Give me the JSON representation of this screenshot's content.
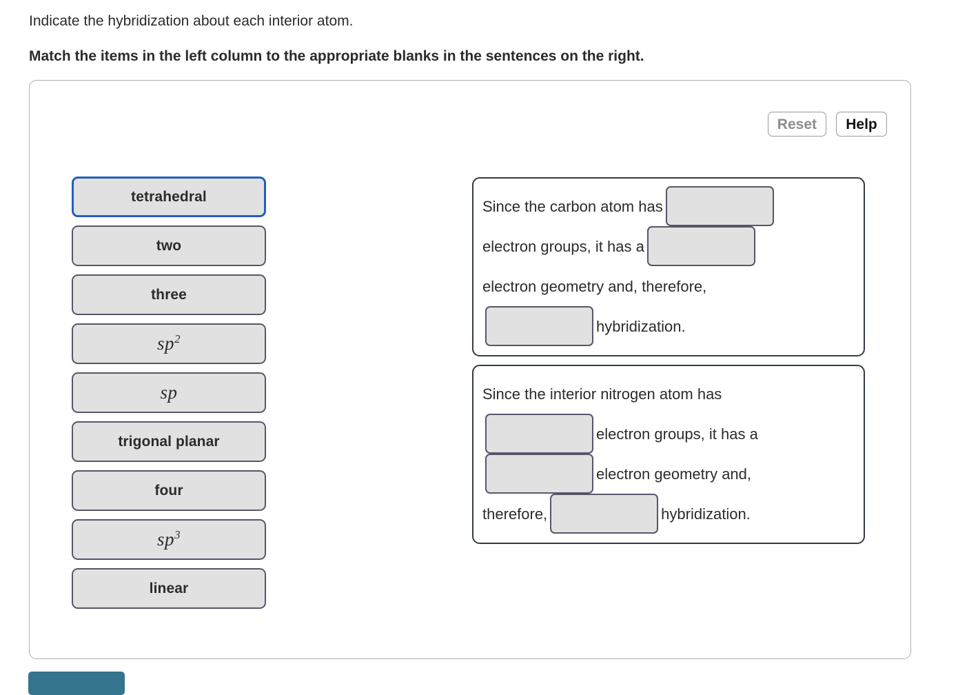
{
  "prompt": {
    "intro": "Indicate the hybridization about each interior atom.",
    "instruction": "Match the items in the left column to the appropriate blanks in the sentences on the right."
  },
  "toolbar": {
    "reset_label": "Reset",
    "help_label": "Help"
  },
  "colors": {
    "tile_fill": "#e1e1e1",
    "tile_border": "#56566a",
    "focused_tile_border": "#1f5fc0",
    "sentence_border": "#343b42",
    "card_border": "#b0b0b0",
    "submit_button": "#35748f",
    "reset_text": "#8c8c8c",
    "help_text": "#111111"
  },
  "items": [
    {
      "label": "tetrahedral",
      "style": "text",
      "focused": true
    },
    {
      "label": "two",
      "style": "text",
      "focused": false
    },
    {
      "label": "three",
      "style": "text",
      "focused": false
    },
    {
      "label": "sp",
      "superscript": "2",
      "style": "math",
      "focused": false
    },
    {
      "label": "sp",
      "superscript": "",
      "style": "math",
      "focused": false
    },
    {
      "label": "trigonal planar",
      "style": "text",
      "focused": false
    },
    {
      "label": "four",
      "style": "text",
      "focused": false
    },
    {
      "label": "sp",
      "superscript": "3",
      "style": "math",
      "focused": false
    },
    {
      "label": "linear",
      "style": "text",
      "focused": false
    }
  ],
  "sentences": [
    {
      "id": "carbon-sentence",
      "lines": [
        {
          "parts": [
            {
              "type": "text",
              "value": "Since the carbon atom has"
            },
            {
              "type": "blank",
              "value": ""
            }
          ]
        },
        {
          "parts": [
            {
              "type": "text",
              "value": "electron groups, it has a"
            },
            {
              "type": "blank",
              "value": ""
            }
          ]
        },
        {
          "parts": [
            {
              "type": "text",
              "value": "electron geometry and, therefore,"
            }
          ]
        },
        {
          "parts": [
            {
              "type": "blank",
              "value": ""
            },
            {
              "type": "text",
              "value": "hybridization."
            }
          ]
        }
      ]
    },
    {
      "id": "nitrogen-sentence",
      "lines": [
        {
          "parts": [
            {
              "type": "text",
              "value": "Since the interior nitrogen atom has"
            }
          ]
        },
        {
          "parts": [
            {
              "type": "blank",
              "value": ""
            },
            {
              "type": "text",
              "value": "electron groups, it has a"
            }
          ]
        },
        {
          "parts": [
            {
              "type": "blank",
              "value": ""
            },
            {
              "type": "text",
              "value": "electron geometry and,"
            }
          ]
        },
        {
          "parts": [
            {
              "type": "text",
              "value": "therefore,"
            },
            {
              "type": "blank",
              "value": ""
            },
            {
              "type": "text",
              "value": "hybridization."
            }
          ]
        }
      ]
    }
  ],
  "submit": {
    "label": ""
  }
}
